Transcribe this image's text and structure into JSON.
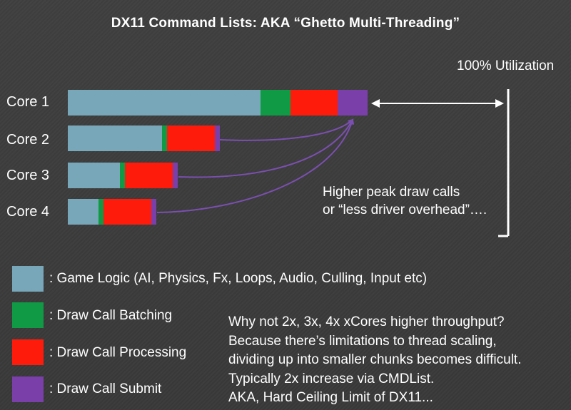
{
  "title": "DX11 Command Lists: AKA “Ghetto Multi-Threading”",
  "utilization_label": "100% Utilization",
  "colors": {
    "game_logic": "#78a7ba",
    "batching": "#109a45",
    "processing": "#fe1b0c",
    "submit": "#7a3fa8",
    "arrow": "#7b4fb0"
  },
  "cores": [
    {
      "label": "Core 1",
      "segments": {
        "game_logic": 0.527,
        "batching": 0.083,
        "processing": 0.129,
        "submit": 0.082
      }
    },
    {
      "label": "Core 2",
      "segments": {
        "game_logic": 0.258,
        "batching": 0.014,
        "processing": 0.131,
        "submit": 0.014
      }
    },
    {
      "label": "Core 3",
      "segments": {
        "game_logic": 0.143,
        "batching": 0.014,
        "processing": 0.131,
        "submit": 0.014
      }
    },
    {
      "label": "Core 4",
      "segments": {
        "game_logic": 0.084,
        "batching": 0.014,
        "processing": 0.131,
        "submit": 0.014
      }
    }
  ],
  "note_lines": [
    "Higher peak draw calls",
    "or “less driver overhead”…."
  ],
  "legend": [
    {
      "key": "game_logic",
      "label": ": Game Logic (AI, Physics, Fx, Loops, Audio, Culling, Input etc)"
    },
    {
      "key": "batching",
      "label": ": Draw Call Batching"
    },
    {
      "key": "processing",
      "label": ": Draw Call Processing"
    },
    {
      "key": "submit",
      "label": ": Draw Call Submit"
    }
  ],
  "why_lines": [
    "Why not 2x, 3x, 4x xCores higher throughput?",
    "Because there’s limitations to thread scaling,",
    "dividing up into smaller chunks becomes difficult.",
    "Typically 2x increase via CMDList.",
    "AKA, Hard Ceiling Limit of DX11..."
  ]
}
